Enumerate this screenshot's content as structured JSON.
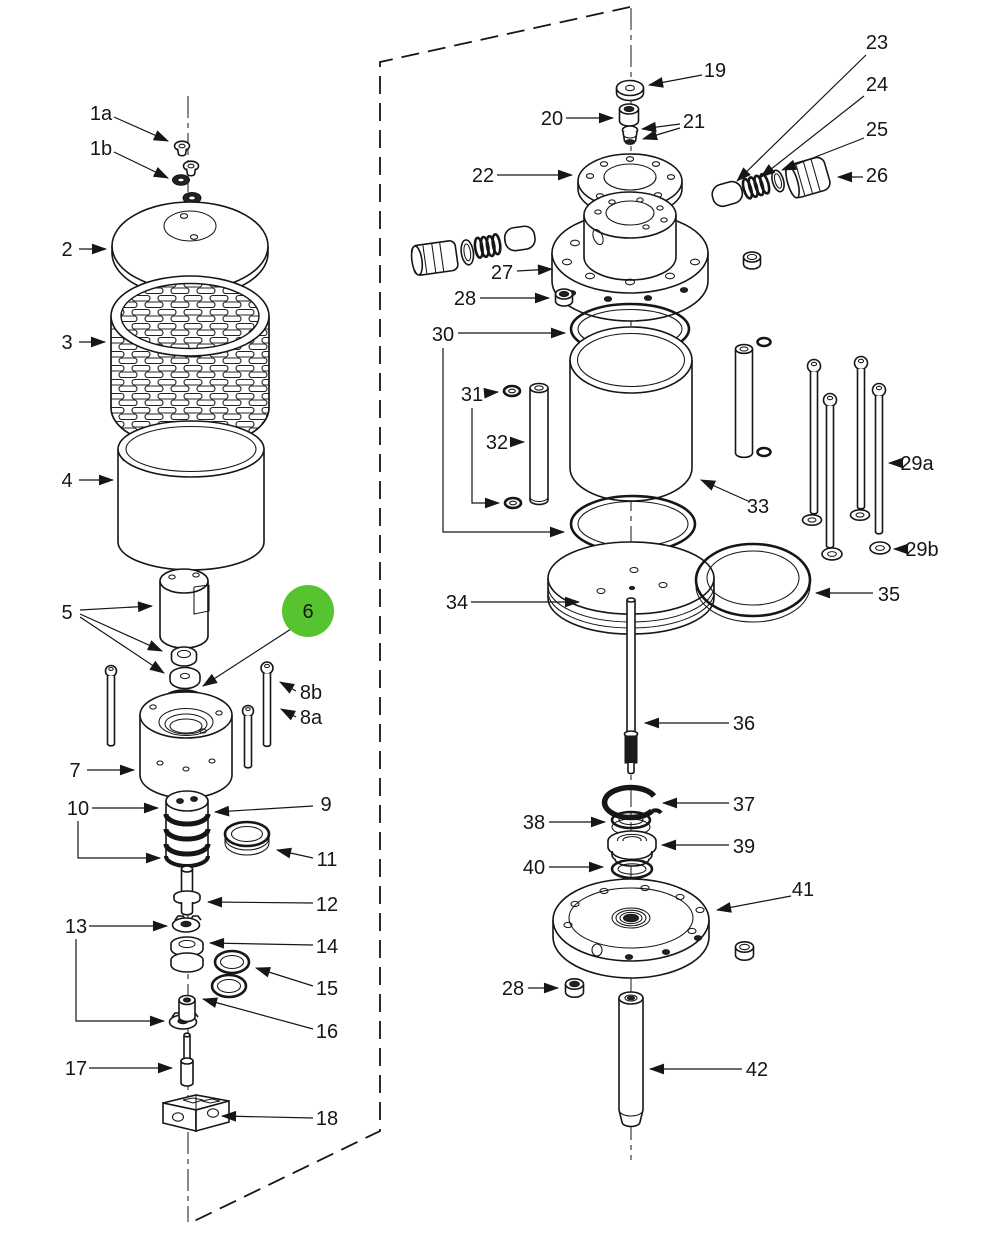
{
  "figure": {
    "kind": "exploded-parts-diagram",
    "views": [
      "left-assembly",
      "right-assembly"
    ],
    "background": "#ffffff",
    "line_color": "#161616"
  },
  "highlight": {
    "part_label": "6",
    "color": "#57c32f",
    "shape": "filled-circle"
  },
  "labels": {
    "1a": "1a",
    "1b": "1b",
    "2": "2",
    "3": "3",
    "4": "4",
    "5": "5",
    "6": "6",
    "7": "7",
    "8a": "8a",
    "8b": "8b",
    "9": "9",
    "10": "10",
    "11": "11",
    "12": "12",
    "13": "13",
    "14": "14",
    "15": "15",
    "16": "16",
    "17": "17",
    "18": "18",
    "19": "19",
    "20": "20",
    "21": "21",
    "22": "22",
    "23": "23",
    "24": "24",
    "25": "25",
    "26": "26",
    "27": "27",
    "28": "28",
    "29a": "29a",
    "29b": "29b",
    "30": "30",
    "31": "31",
    "32": "32",
    "33": "33",
    "34": "34",
    "35": "35",
    "36": "36",
    "37": "37",
    "38": "38",
    "39": "39",
    "40": "40",
    "41": "41",
    "42": "42"
  }
}
